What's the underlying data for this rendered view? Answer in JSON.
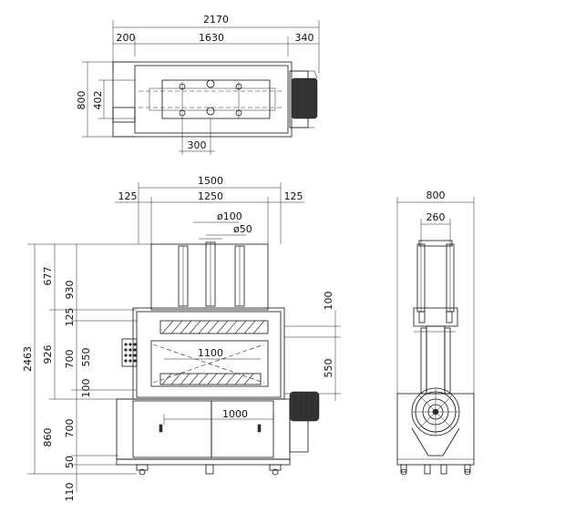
{
  "top_view": {
    "overall_width": "2170",
    "left_offset": "200",
    "frame_width": "1630",
    "right_offset": "340",
    "depth": "800",
    "inner_depth": "402",
    "post_spacing": "300"
  },
  "front_view": {
    "outer_width": "1500",
    "left_margin": "125",
    "inner_width": "1250",
    "right_margin": "125",
    "post_diameter": "ø100",
    "rod_diameter": "ø50",
    "total_height": "2463",
    "cylinder_height": "677",
    "post_height": "930",
    "upper_gap": "125",
    "chamber_height": "926",
    "lower_chamber": "700",
    "stroke": "550",
    "table_thickness": "100",
    "base_height": "860",
    "cabinet_height": "700",
    "foot_height": "50",
    "wheel_height": "110",
    "platen_width": "1100",
    "table_width": "1000",
    "right_upper": "100",
    "right_stroke": "550"
  },
  "side_view": {
    "width": "800",
    "column_spacing": "260"
  }
}
